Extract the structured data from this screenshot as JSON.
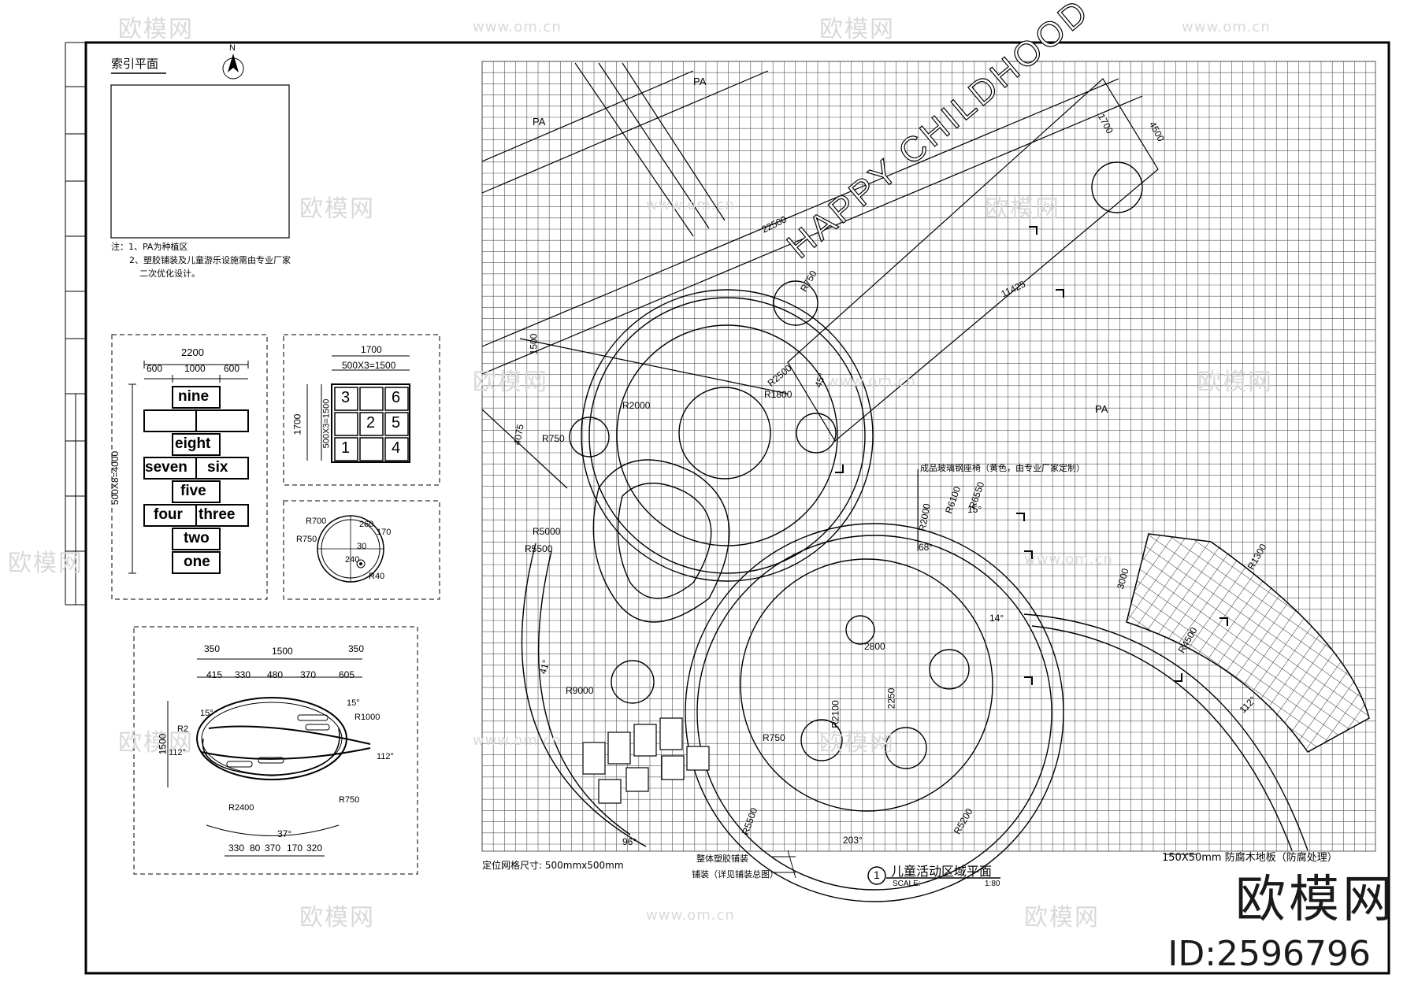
{
  "index_plan": {
    "title": "索引平面",
    "north_label": "N",
    "notes": [
      "注：1、PA为种植区",
      "2、塑胶铺装及儿童游乐设施需由专业厂家",
      "二次优化设计。"
    ]
  },
  "hopscotch": {
    "width_total": "2200",
    "widths": [
      "600",
      "1000",
      "600"
    ],
    "height_total": "500X8=4000",
    "words": [
      "nine",
      "eight",
      "seven",
      "six",
      "five",
      "four",
      "three",
      "two",
      "one"
    ]
  },
  "grid_game": {
    "width_total": "1700",
    "cell_width": "500X3=1500",
    "height_total": "1700",
    "cell_height": "500X3=1500",
    "numbers": [
      "3",
      "6",
      "2",
      "5",
      "1",
      "4"
    ]
  },
  "pad_detail": {
    "dims": [
      "R700",
      "260",
      "R750",
      "30",
      "R40",
      "240",
      "170"
    ]
  },
  "planet_detail": {
    "top_dims": [
      "350",
      "1500",
      "350"
    ],
    "sub_dims": [
      "415",
      "330",
      "480",
      "370",
      "605"
    ],
    "height": "1500",
    "radii": [
      "R2",
      "R1000",
      "R2400",
      "R750"
    ],
    "angles": [
      "15°",
      "15°",
      "112°",
      "112°",
      "37°"
    ],
    "bottom_dims": [
      "330",
      "80",
      "370",
      "170",
      "320"
    ]
  },
  "main_plan": {
    "title": "儿童活动区域平面",
    "number": "1",
    "scale_label": "SCALE:",
    "scale": "1:80",
    "grid_note": "定位网格尺寸: 500mmx500mm",
    "lettering": "HAPPY CHILDHOOD",
    "planting_labels": [
      "PA",
      "PA",
      "PA"
    ],
    "callouts": [
      "成品玻璃钢座椅（黄色，由专业厂家定制）",
      "整体塑胶铺装",
      "铺装（详见铺装总图）",
      "150X50mm 防腐木地板（防腐处理）"
    ],
    "dims": [
      "22500",
      "11425",
      "1700",
      "4500",
      "R750",
      "R2500",
      "R1800",
      "R2000",
      "R750",
      "R5000",
      "R5500",
      "R9000",
      "R1300",
      "R4500",
      "R6100",
      "R6550",
      "R2000",
      "R750",
      "2800",
      "2250",
      "R2100",
      "R5500",
      "R5200",
      "3000",
      "4075",
      "1500",
      "203°",
      "96°",
      "41°",
      "112°",
      "14°",
      "68°",
      "15°",
      "45°"
    ]
  },
  "watermark": {
    "brand": "欧模网",
    "url": "www.om.cn",
    "id": "ID:2596796"
  }
}
